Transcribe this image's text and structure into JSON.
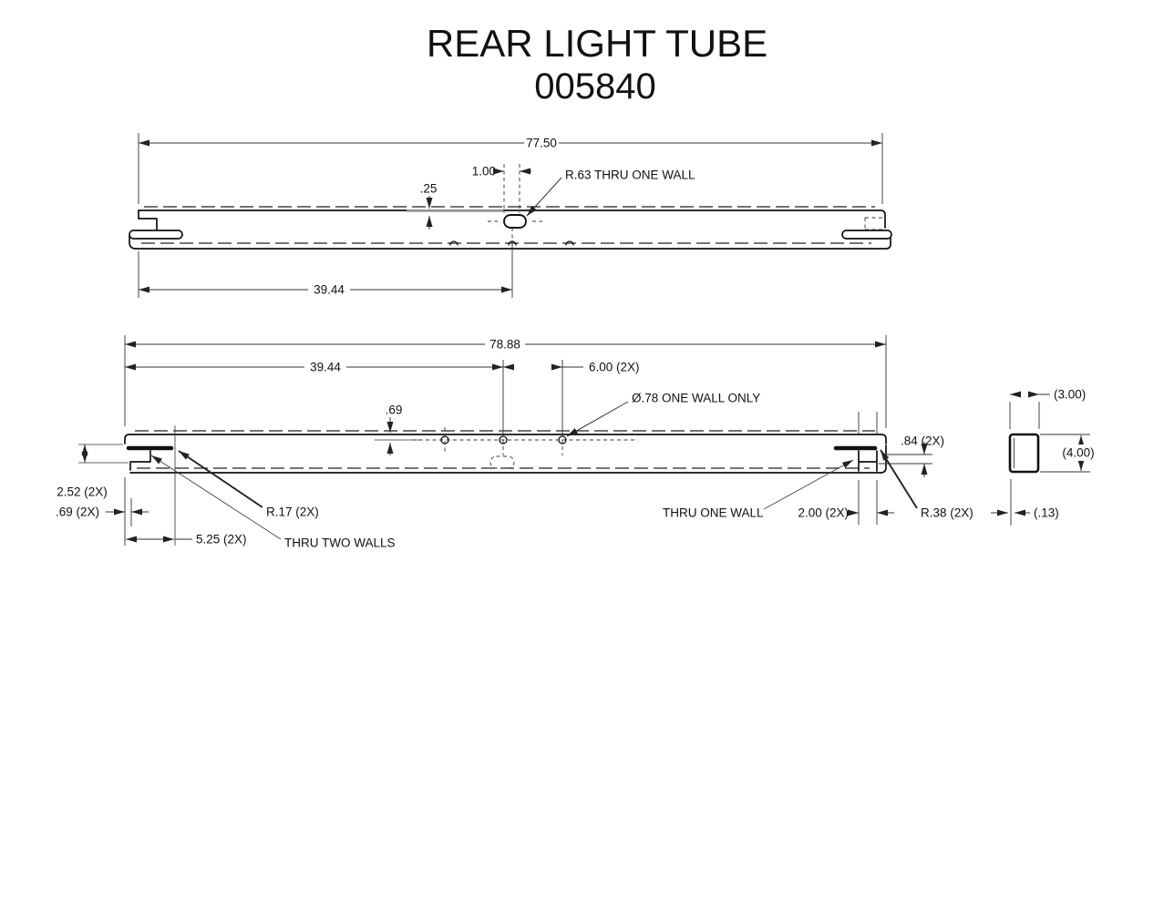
{
  "title": {
    "line1": "REAR LIGHT TUBE",
    "line2": "005840"
  },
  "colors": {
    "ink": "#111111",
    "background": "#ffffff"
  },
  "top_view": {
    "dim_overall": "77.50",
    "dim_slot_width": "1.00",
    "dim_wall_offset": ".25",
    "label_slot": "R.63 THRU ONE WALL",
    "dim_slot_center": "39.44"
  },
  "bottom_view": {
    "dim_overall": "78.88",
    "dim_hole_center": "39.44",
    "dim_hole_spacing": "6.00 (2X)",
    "dim_hole_offset": ".69",
    "label_hole": "Ø.78 ONE WALL ONLY",
    "dim_notch_depth": ".84 (2X)",
    "dim_notch_height": "2.52 (2X)",
    "dim_end_offset": ".69 (2X)",
    "label_radius_left": "R.17 (2X)",
    "dim_notch_length": "5.25 (2X)",
    "label_thru_two": "THRU TWO WALLS",
    "label_thru_one": "THRU ONE WALL",
    "dim_notch_width": "2.00 (2X)",
    "label_radius_right": "R.38 (2X)"
  },
  "section_view": {
    "dim_width": "(3.00)",
    "dim_height": "(4.00)",
    "dim_thickness": "(.13)"
  }
}
